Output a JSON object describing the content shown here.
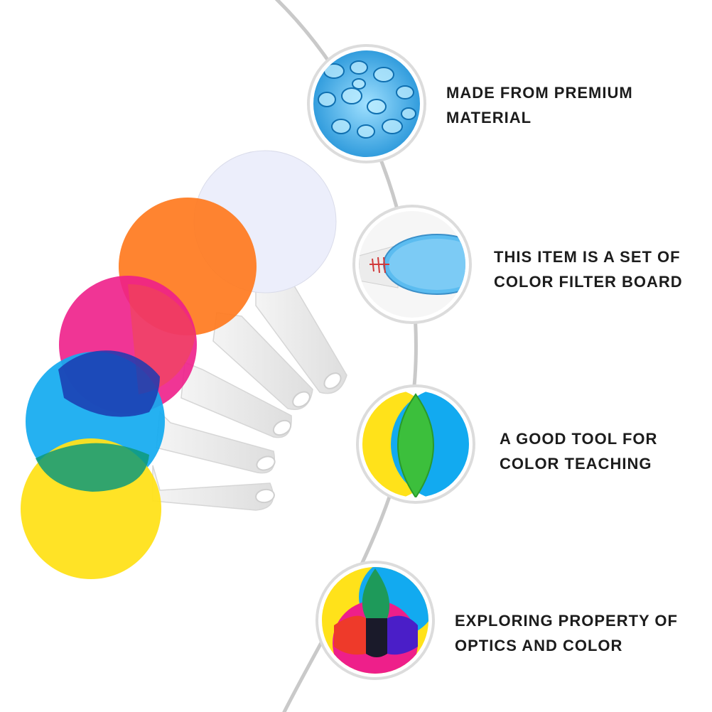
{
  "features": [
    {
      "lines": [
        "MADE FROM PREMIUM",
        "MATERIAL"
      ],
      "icon": "plastic-pellets-icon"
    },
    {
      "lines": [
        "THIS ITEM IS A SET OF",
        "COLOR FILTER BOARD"
      ],
      "icon": "filter-paddle-detail-icon"
    },
    {
      "lines": [
        "A GOOD TOOL FOR",
        "COLOR TEACHING"
      ],
      "icon": "overlapping-filters-icon"
    },
    {
      "lines": [
        "EXPLORING PROPERTY OF",
        "OPTICS AND COLOR"
      ],
      "icon": "color-mixing-venn-icon"
    }
  ],
  "paddles": [
    {
      "color": "white",
      "hex": "#eceefb"
    },
    {
      "color": "orange",
      "hex": "#ff7a1e"
    },
    {
      "color": "magenta",
      "hex": "#ee1f8a"
    },
    {
      "color": "blue",
      "hex": "#12aaf0"
    },
    {
      "color": "yellow",
      "hex": "#ffe21a"
    }
  ],
  "colors": {
    "text": "#1c1c1c",
    "curve": "#c9c9c9",
    "circle_border": "#dcdcdc"
  }
}
